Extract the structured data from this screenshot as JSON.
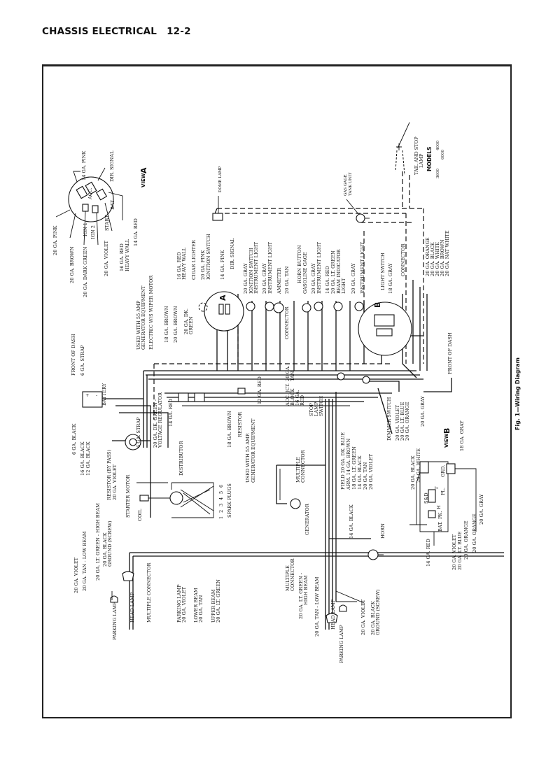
{
  "page": {
    "section_title": "CHASSIS ELECTRICAL",
    "page_number": "12-2",
    "figure_caption": "Fig. 1—Wiring Diagram"
  },
  "views": {
    "view_a": {
      "label": "VIEW",
      "letter": "A",
      "terminals": [
        "ACC.",
        "IGN 1",
        "IGN 2",
        "START",
        "BAT"
      ],
      "wires": [
        "20 GA. PINK",
        "20 GA. BROWN",
        "20 GA. DARK GREEN",
        "20 GA. VIOLET",
        "16 GA. RED",
        "HEAVY WALL",
        "14 GA. RED",
        "14 GA. PINK",
        "DIR. SIGNAL"
      ]
    },
    "view_b": {
      "label": "VIEW",
      "letter": "B",
      "terminals": [
        "GRD.",
        "PL.",
        "T",
        "H",
        "S&D",
        "BAT.",
        "PK."
      ],
      "wires": [
        "18 GA. GRAY",
        "14 GA. RED",
        "20 GA. BLACK",
        "20 GA. WHITE",
        "20 GA. VIOLET",
        "20 GA. LT. BLUE",
        "20 GA. ORANGE",
        "20 GA. ORANGE",
        "20 GA. GRAY"
      ]
    }
  },
  "rear": {
    "tail_lamp": [
      "TAIL AND STOP",
      "LAMP"
    ],
    "models_title": "MODELS",
    "models": [
      "3600",
      "4000",
      "6000"
    ],
    "dome_lamp": "DOME LAMP",
    "gas_gage": [
      "GAS GAGE",
      "TANK UNIT"
    ]
  },
  "dash_labels": {
    "front_of_dash_left": "FRONT OF DASH",
    "strap_6": "6 GA. STRAP",
    "battery": "BATTERY",
    "used_55_top": [
      "USED WITH 55 AMP",
      "GENERATOR EQUIPMENT"
    ],
    "wiper": "ELECTRIC W/S WIPER MOTOR",
    "brown_18": "18 GA. BROWN",
    "brown_20": "20 GA. BROWN",
    "dk_green": [
      "20 GA. DK.",
      "GREEN"
    ],
    "red_16_hw": [
      "16 GA. RED",
      "HEAVY WALL"
    ],
    "cigar": "CIGAR LIGHTER",
    "pink_20": "20 GA. PINK",
    "ign_switch": "IGNITION SWITCH",
    "pink_14": "14 GA. PINK",
    "dir_signal": "DIR. SIGNAL",
    "gray_20a": "20 GA. GRAY",
    "ign_switch_light": [
      "IGNITION SWITCH",
      "INSTRUMENT LIGHT"
    ],
    "gray_20b": "20 GA. GRAY",
    "inst_light_a": "INSTRUMENT LIGHT",
    "ammeter": "AMMETER",
    "tan_20": "20 GA. TAN",
    "connector": "CONNECTOR",
    "horn_button": "HORN BUTTON",
    "gas_gage": "GASOLINE GAGE",
    "gray_20c": "20 GA. GRAY",
    "inst_light_b": "INSTRUMENT LIGHT",
    "red_14": "14 GA. RED",
    "lt_green_20": "20 GA. LT. GREEN",
    "beam_ind": [
      "BEAM INDICATOR",
      "LIGHT"
    ],
    "gray_20d": "20 GA. GRAY",
    "inst_light_c": "INSTRUMENT LIGHT",
    "light_switch": "LIGHT SWITCH",
    "gray_18": "18 GA. GRAY",
    "connector_b": "CONNECTOR",
    "rear_wires": [
      "20 GA. ORANGE",
      "20 GA. BLACK",
      "20 GA. WHITE",
      "20 GA. BROWN",
      "20 GA. NAT WHITE"
    ],
    "front_of_dash_right": "FRONT OF DASH",
    "letter_a": "A",
    "letter_b": "B"
  },
  "engine_labels": {
    "black_6": "6 GA. BLACK",
    "black_16": "16 GA. BLACK",
    "black_12": "12 GA. BLACK",
    "strap_6b": "6 GA. STRAP",
    "resistor_bypass": "RESISTOR (BY PASS)",
    "violet_20": "20 GA. VIOLET",
    "starter": "STARTER MOTOR",
    "coil": "COIL",
    "distributor": "DISTRIBUTOR",
    "spark_plugs": "SPARK PLUGS",
    "plug_numbers": [
      "1",
      "2",
      "3",
      "4",
      "5",
      "6"
    ],
    "volt_reg": [
      "20 GA. DK. GREEN -",
      "VOLTAGE REGULATOR"
    ],
    "red_14b": "14 GA. RED",
    "brown_18b": "18 GA. BROWN",
    "resistor": "RESISTOR",
    "used_55_bottom": [
      "USED WITH 55 AMP.",
      "GENERATOR EQUIPMENT"
    ],
    "red_12": "12 GA. RED",
    "tan_20b": [
      "20 GA.",
      "TAN"
    ],
    "acc_jct": [
      "ACC. JCT.",
      "BLOCK",
      "16 GA.",
      "RED"
    ],
    "stop_lamp": [
      "STOP",
      "LAMP",
      "SWITCH"
    ],
    "dimmer": "DIMMER SWITCH",
    "dimmer_wires": [
      "20 GA. VIOLET",
      "20 GA. LT. BLUE",
      "20 GA. ORANGE"
    ],
    "gray_20e": "20 GA. GRAY",
    "multiple_conn": [
      "MULTIPLE",
      "CONNECTOR"
    ],
    "gen_wires": [
      "FIELD 20 GA. DK. BLUE",
      "ARM. 14 GA. BROWN",
      "18 GA. LT. GREEN",
      "14 GA. BLACK",
      "20 GA. TAN",
      "20 GA. VIOLET"
    ],
    "generator": "GENERATOR",
    "black_14": "14 GA. BLACK",
    "horn": "HORN"
  },
  "front_labels": {
    "left": {
      "violet": "20 GA. VIOLET",
      "tan_low": "20 GA. TAN - LOW BEAM",
      "green_high": "20 GA. LT. GREEN - HIGH BEAM",
      "ground": [
        "20 GA. BLACK",
        "GROUND (SCREW)"
      ],
      "parking_lamp": "PARKING LAMP",
      "head_lamp": "HEAD LAMP",
      "multiple_conn": "MULTIPLE CONNECTOR"
    },
    "middle": {
      "parking": [
        "PARKING LAMP",
        "20 GA. VIOLET"
      ],
      "lower": [
        "LOWER BEAM",
        "20 GA. TAN"
      ],
      "upper": [
        "UPPER BEAM",
        "20 GA. LT. GREEN"
      ]
    },
    "right": {
      "multiple_conn": [
        "MULTIPLE",
        "CONNECTOR"
      ],
      "green_high": [
        "20 GA. LT. GREEN -",
        "HIGH BEAM"
      ],
      "tan_low": "20 GA. TAN - LOW BEAM",
      "head_lamp": "HEAD LAMP",
      "parking_lamp": "PARKING LAMP",
      "violet": "20 GA. VIOLET",
      "ground": [
        "20 GA. BLACK",
        "GROUND (SCREW)"
      ]
    }
  }
}
